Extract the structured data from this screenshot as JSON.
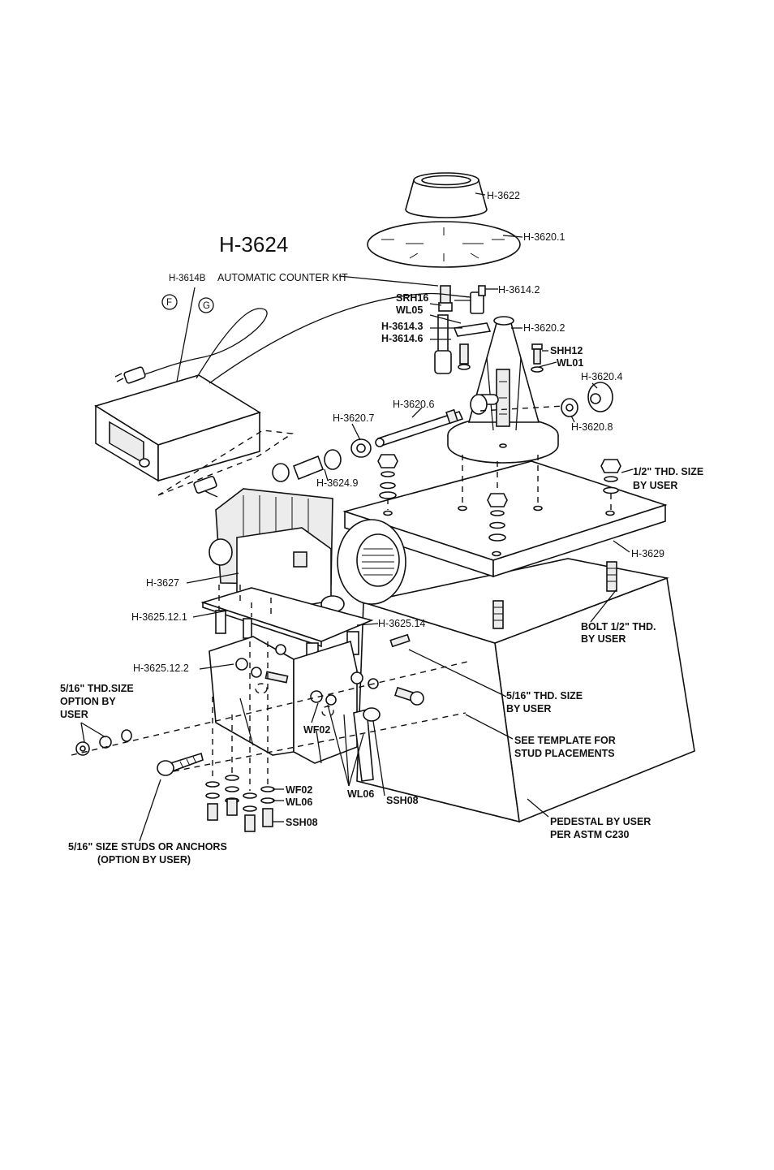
{
  "title": "H-3624",
  "labels": {
    "counter_kit_code": "H-3614B",
    "counter_kit_text": "AUTOMATIC COUNTER KIT",
    "circle_f": "F",
    "circle_g": "G",
    "h3622": "H-3622",
    "h36201": "H-3620.1",
    "h36142": "H-3614.2",
    "srh16": "SRH16",
    "wl05": "WL05",
    "h36143": "H-3614.3",
    "h36146": "H-3614.6",
    "h36202": "H-3620.2",
    "shh12": "SHH12",
    "wl01": "WL01",
    "h36204": "H-3620.4",
    "h36208": "H-3620.8",
    "h36206": "H-3620.6",
    "h36207": "H-3620.7",
    "h36249": "H-3624.9",
    "thd_half_1": "1/2\" THD. SIZE",
    "thd_half_2": "BY USER",
    "h3629": "H-3629",
    "h3627": "H-3627",
    "h3625121": "H-3625.12.1",
    "h362514": "H-3625.14",
    "h3625122": "H-3625.12.2",
    "bolt_1": "BOLT 1/2\" THD.",
    "bolt_2": "BY USER",
    "thd516_opt_1": "5/16\" THD.SIZE",
    "thd516_opt_2": "OPTION BY",
    "thd516_opt_3": "USER",
    "thd516_1": "5/16\" THD. SIZE",
    "thd516_2": "BY USER",
    "wf02_a": "WF02",
    "template_1": "SEE TEMPLATE FOR",
    "template_2": "STUD PLACEMENTS",
    "wl06_a": "WL06",
    "ssh08_a": "SSH08",
    "wf02_b": "WF02",
    "wl06_b": "WL06",
    "ssh08_b": "SSH08",
    "pedestal_1": "PEDESTAL BY USER",
    "pedestal_2": "PER ASTM C230",
    "studs_1": "5/16\" SIZE STUDS OR ANCHORS",
    "studs_2": "(OPTION BY USER)"
  }
}
